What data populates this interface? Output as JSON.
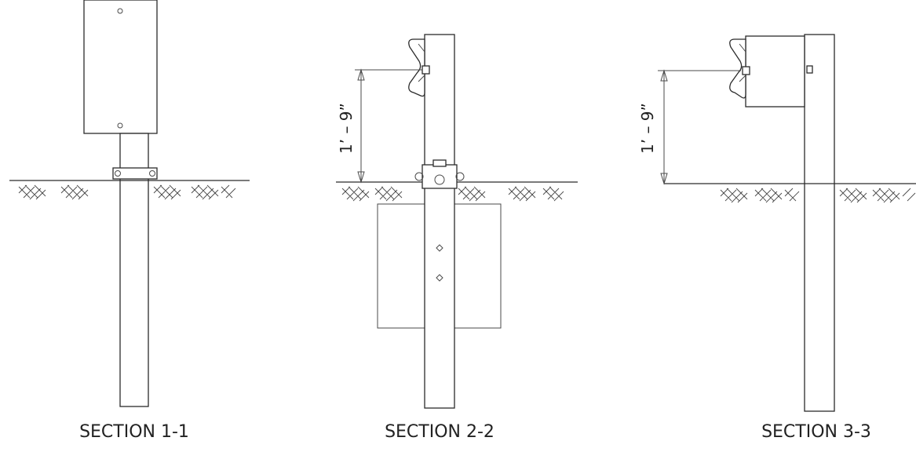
{
  "sections": [
    {
      "id": "section-1-1",
      "caption": "SECTION 1-1"
    },
    {
      "id": "section-2-2",
      "caption": "SECTION 2-2",
      "dimension": "1’ – 9”"
    },
    {
      "id": "section-3-3",
      "caption": "SECTION 3-3",
      "dimension": "1’ – 9”"
    }
  ],
  "colors": {
    "line": "#2b2b2b",
    "background": "#ffffff"
  }
}
